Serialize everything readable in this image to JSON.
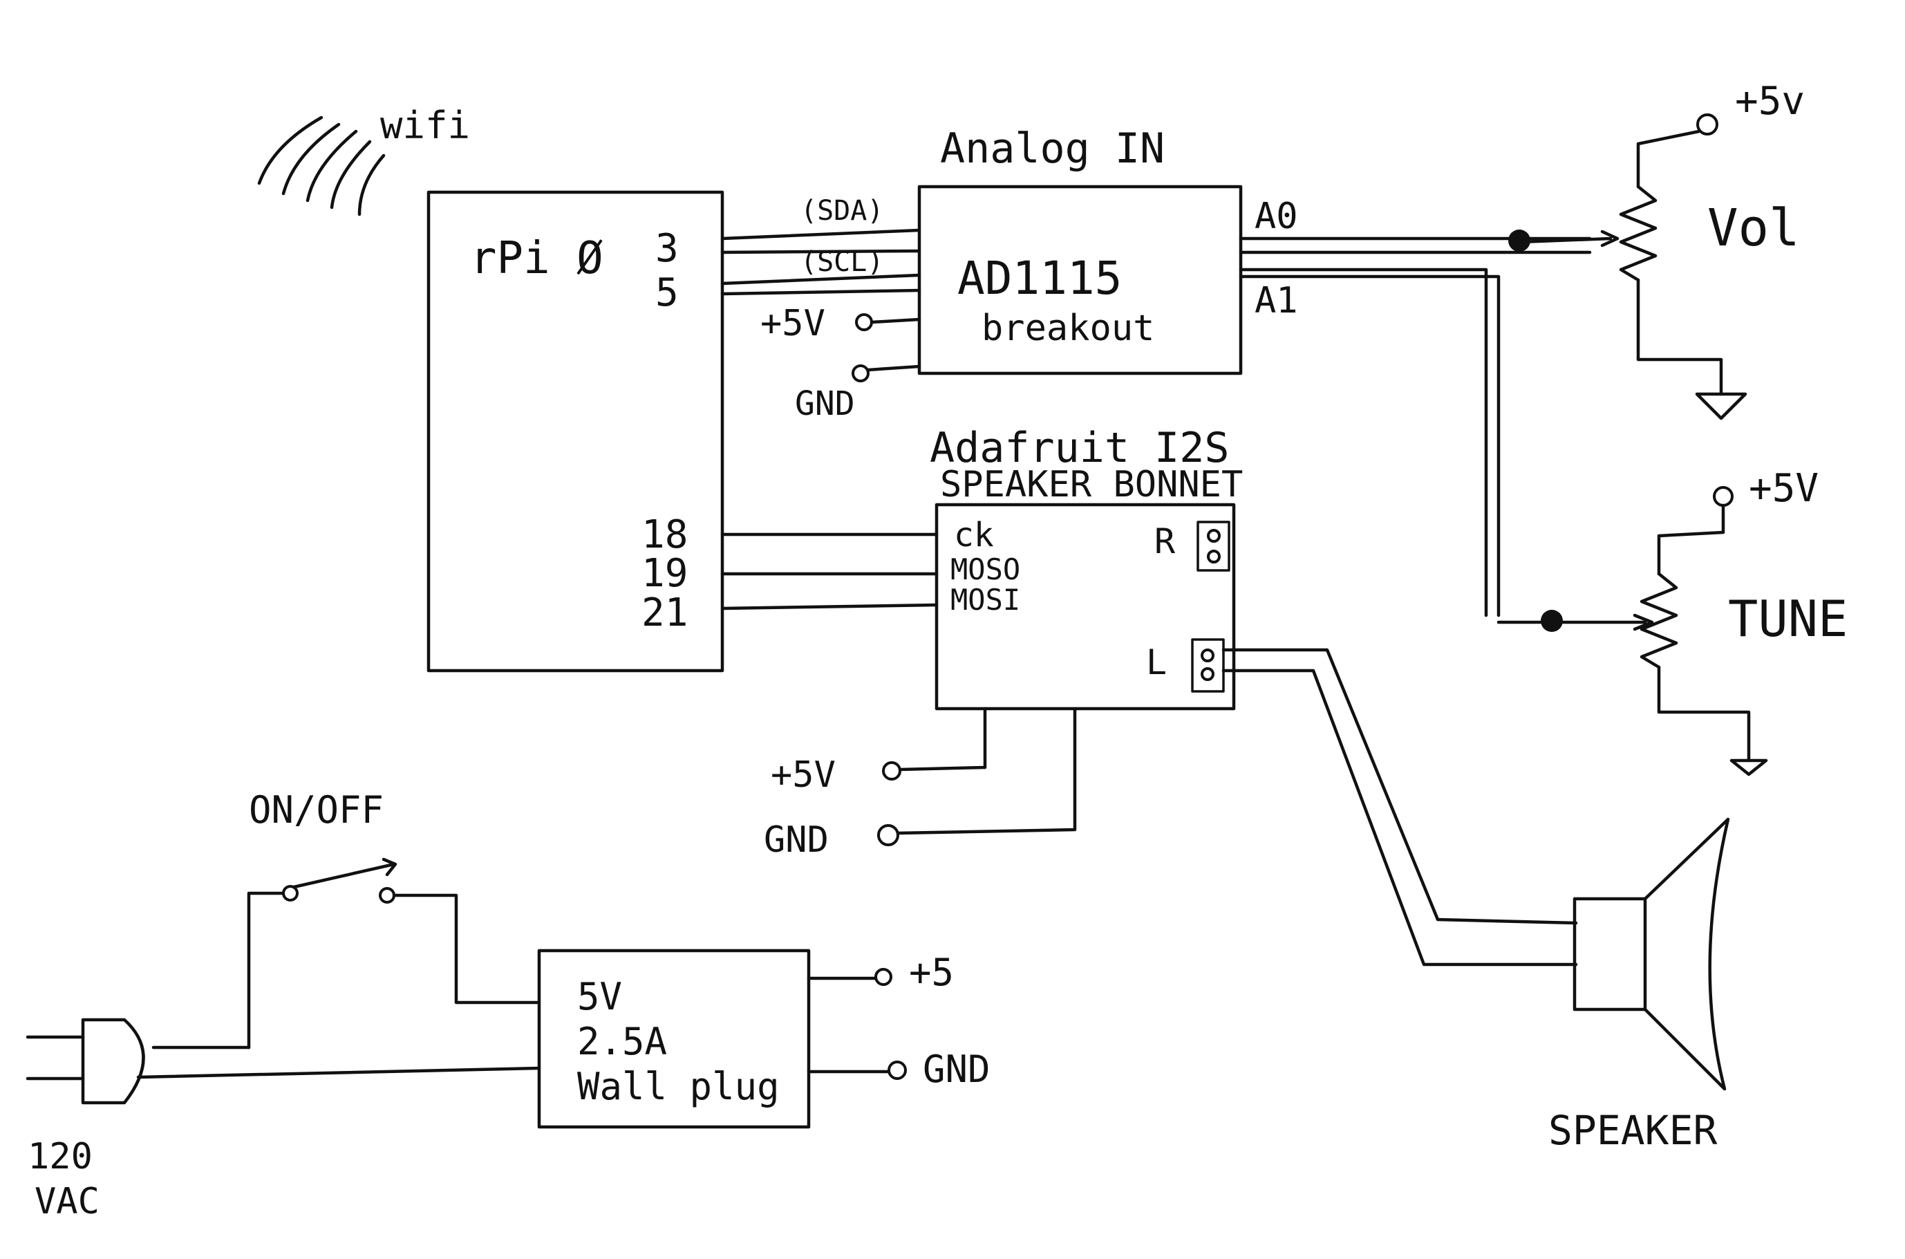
{
  "wifi_label": "wifi",
  "rpi": {
    "label": "rPi Ø",
    "pins": {
      "p3": "3",
      "p5": "5",
      "p18": "18",
      "p19": "19",
      "p21": "21"
    }
  },
  "i2c_labels": {
    "sda": "(SDA)",
    "scl": "(SCL)"
  },
  "adc": {
    "heading": "Analog IN",
    "name": "AD1115",
    "sub": "breakout",
    "out_a0": "A0",
    "out_a1": "A1",
    "vcc": "+5V",
    "gnd": "GND"
  },
  "pots": {
    "vol_label": "Vol",
    "vol_supply": "+5v",
    "tune_label": "TUNE",
    "tune_supply": "+5V"
  },
  "bonnet": {
    "title": "Adafruit I2S",
    "subtitle": "SPEAKER BONNET",
    "ck": "ck",
    "moso": "MOSO",
    "mosi": "MOSI",
    "r": "R",
    "l": "L",
    "vcc": "+5V",
    "gnd": "GND"
  },
  "speaker_label": "SPEAKER",
  "power": {
    "switch_label": "ON/OFF",
    "supply_line1": "5V",
    "supply_line2": "2.5A",
    "supply_line3": "Wall plug",
    "out_plus": "+5",
    "out_gnd": "GND",
    "mains_line1": "120",
    "mains_line2": "VAC"
  }
}
